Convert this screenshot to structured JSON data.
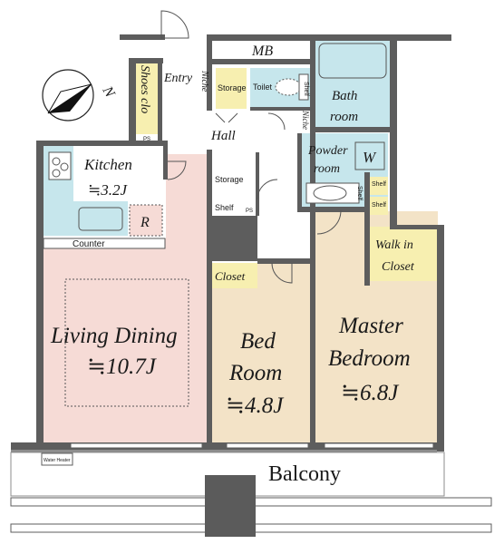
{
  "colors": {
    "wall": "#5d5d5d",
    "living_fill": "#f6dbd6",
    "bedroom_fill": "#f3e3c7",
    "wet_area_fill": "#c6e6ec",
    "storage_fill": "#f7efb0",
    "floor_white": "#ffffff",
    "balcony_grey": "#cfcfcf",
    "dark_block": "#5b5b5b"
  },
  "rooms": {
    "entry": "Entry",
    "shoes_clo": "Shoes clo",
    "niche_entry": "Niche",
    "mb": "MB",
    "storage_top": "Storage",
    "toilet": "Toilet",
    "shelf_toilet": "Shelf",
    "bath_line1": "Bath",
    "bath_line2": "room",
    "hall": "Hall",
    "niche_hall": "Niche",
    "powder_line1": "Powder",
    "powder_line2": "room",
    "washer": "W",
    "shelf_powder": "Shelf",
    "shelf_right1": "Shelf",
    "shelf_right2": "Shelf",
    "ps_entry": "PS",
    "ps_storage": "PS",
    "kitchen": "Kitchen",
    "kitchen_size": "≒3.2J",
    "fridge": "R",
    "counter": "Counter",
    "storage_mid": "Storage",
    "shelf_mid": "Shelf",
    "walkin_line1": "Walk in",
    "walkin_line2": "Closet",
    "closet": "Closet",
    "living_name": "Living Dining",
    "living_size": "≒10.7J",
    "bed_line1": "Bed",
    "bed_line2": "Room",
    "bed_size": "≒4.8J",
    "master_line1": "Master",
    "master_line2": "Bedroom",
    "master_size": "≒6.8J",
    "water_heater": "Water Heater",
    "balcony": "Balcony"
  },
  "compass": {
    "label": "N",
    "icon": "compass-north-icon"
  }
}
